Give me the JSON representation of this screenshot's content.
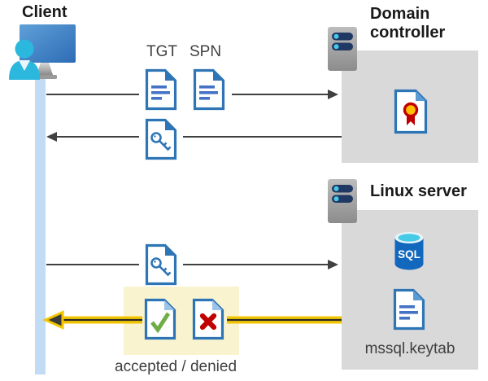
{
  "client": {
    "title": "Client"
  },
  "tickets": {
    "tgt": "TGT",
    "spn": "SPN"
  },
  "domain_controller": {
    "title": "Domain controller"
  },
  "linux_server": {
    "title": "Linux server",
    "sql_icon_label": "SQL",
    "keytab_filename": "mssql.keytab"
  },
  "result": {
    "caption": "accepted / denied"
  },
  "icons": {
    "client": "person-at-monitor",
    "server": "server-tower",
    "ticket": "document",
    "session_key": "document-with-key",
    "certificate": "document-with-seal",
    "database": "sql-database-cylinder",
    "accepted": "document-with-green-check",
    "denied": "document-with-red-x"
  },
  "colors": {
    "doc_border_blue": "#2e75b6",
    "doc_fold_light": "#9dc3e6",
    "doc_line_blue": "#4472c4",
    "check_green": "#70ad47",
    "cross_red": "#c00000",
    "seal_yellow": "#ffc000",
    "highlight_yellow": "#faf3d0",
    "arrow_yellow": "#f2c500",
    "arrow_gray": "#404040",
    "lifeline_blue": "#c3dcf5",
    "box_gray": "#d9d9d9",
    "sql_blue": "#1168bd",
    "accent_cyan": "#45cbe6",
    "server_pill_navy": "#1f3864",
    "person_cyan": "#2bb7de"
  }
}
